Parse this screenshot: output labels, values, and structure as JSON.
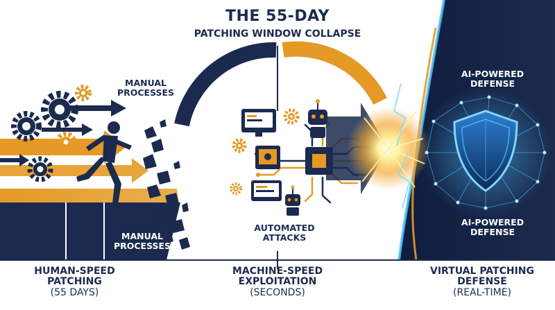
{
  "title": {
    "line1": "THE 55-DAY",
    "line2": "PATCHING WINDOW COLLAPSE"
  },
  "left_labels": {
    "top": [
      "MANUAL",
      "PROCESSES"
    ],
    "bottom": [
      "MANUAL",
      "PROCESSES"
    ]
  },
  "center_label": [
    "AUTOMATED",
    "ATTACKS"
  ],
  "right_labels": {
    "top": [
      "AI-POWERED",
      "DEFENSE"
    ],
    "bottom": [
      "AI-POWERED",
      "DEFENSE"
    ]
  },
  "footer": [
    {
      "line1": "HUMAN-SPEED",
      "line2": "PATCHING",
      "line3": "(55 DAYS)"
    },
    {
      "line1": "MACHINE-SPEED",
      "line2": "EXPLOITATION",
      "line3": "(SECONDS)"
    },
    {
      "line1": "VIRTUAL PATCHING",
      "line2": "DEFENSE",
      "line3": "(REAL-TIME)"
    }
  ],
  "colors": {
    "navy": "#1b2a4e",
    "orange": "#e49a25",
    "electric_blue": "#4fc3ff",
    "spark_yellow": "#fff2a0"
  },
  "icons": [
    "gear-icon",
    "arrow-icon",
    "running-person-icon",
    "monitor-icon",
    "robot-icon",
    "cpu-chip-icon",
    "shield-icon",
    "network-mesh-icon"
  ]
}
